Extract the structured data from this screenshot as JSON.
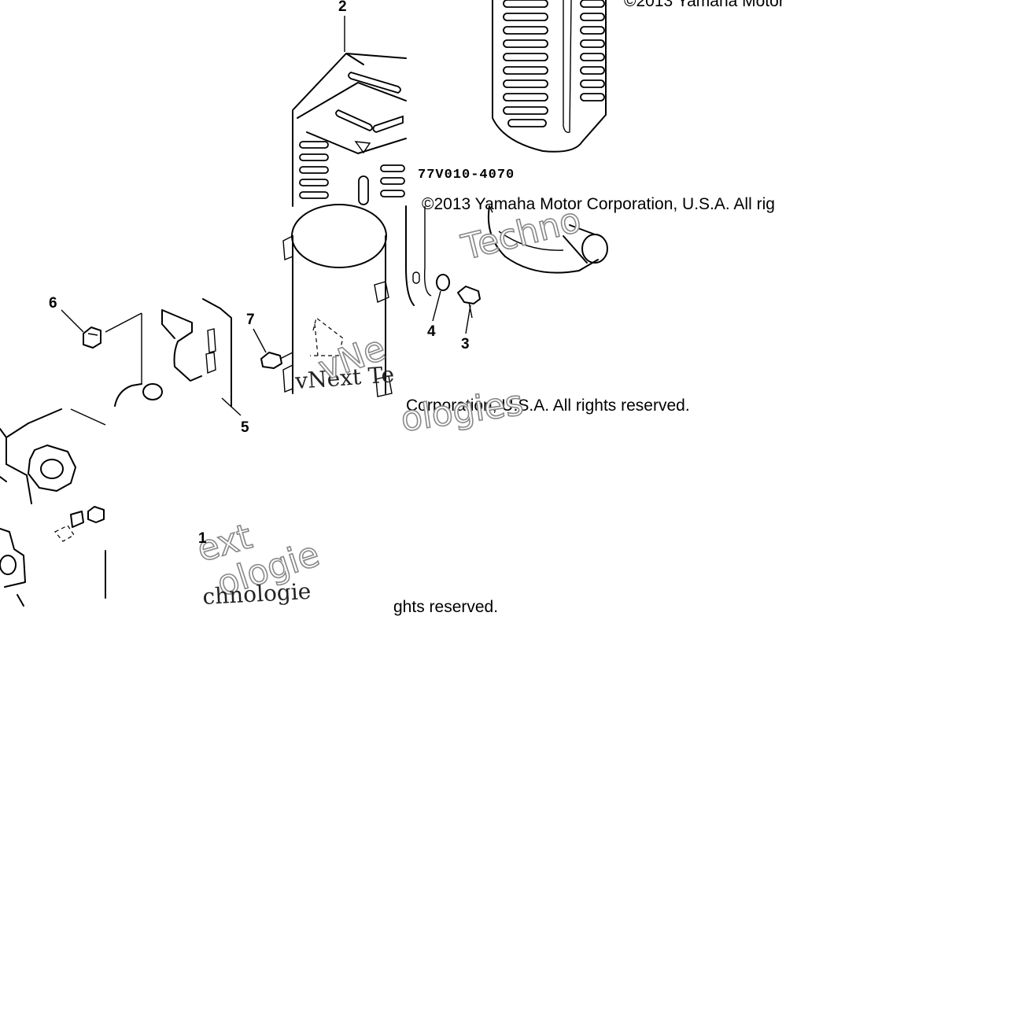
{
  "diagram": {
    "part_code": "77V010-4070",
    "callouts": [
      "1",
      "2",
      "3",
      "4",
      "5",
      "6",
      "7"
    ],
    "copyright_lines": [
      "©2013 Yamaha Motor",
      "©2013 Yamaha Motor Corporation, U.S.A. All rig",
      "Corporation, U.S.A. All rights reserved.",
      "ghts reserved."
    ],
    "watermarks": [
      "Techno",
      "vNext Te",
      "ologies",
      "vNe",
      "ext",
      "ologie",
      "chnologie"
    ]
  }
}
